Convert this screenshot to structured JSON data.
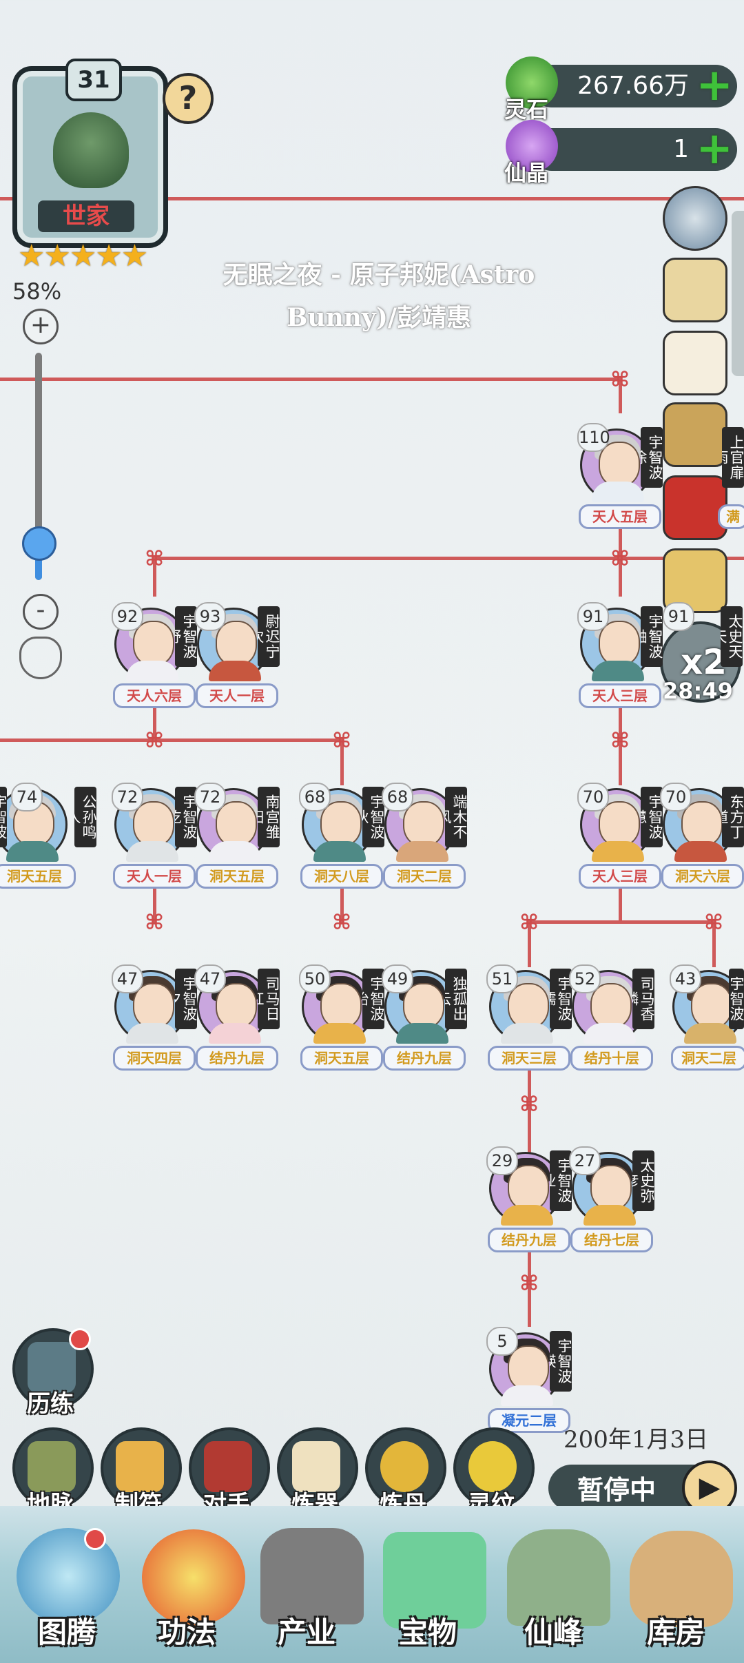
{
  "crest": {
    "level": "31",
    "title": "世家",
    "stars": "★★★★★",
    "help": "?"
  },
  "resources": [
    {
      "name": "灵石",
      "value": "267.66万"
    },
    {
      "name": "仙晶",
      "value": "1"
    }
  ],
  "lyric": [
    "无眠之夜 - 原子邦妮(Astro",
    "Bunny)/彭靖惠"
  ],
  "zoom": {
    "percent": "58%",
    "plus": "+",
    "minus": "-"
  },
  "boost": {
    "multiplier": "x2",
    "timer": "28:49"
  },
  "members": [
    {
      "age": "110",
      "name": "宇智波涂",
      "rank": "天人五层"
    },
    {
      "age": "",
      "name": "上官扉雨",
      "rank": "满"
    },
    {
      "age": "92",
      "name": "宇智波舒",
      "rank": "天人六层"
    },
    {
      "age": "93",
      "name": "尉迟宁次",
      "rank": "天人一层"
    },
    {
      "age": "91",
      "name": "宇智波鼬",
      "rank": "天人三层"
    },
    {
      "age": "91",
      "name": "太史天天",
      "rank": ""
    },
    {
      "age": "74",
      "name": "宇智波",
      "rank": "洞天五层"
    },
    {
      "age": "74",
      "name": "公孙鸣人",
      "rank": ""
    },
    {
      "age": "72",
      "name": "宇智波屹",
      "rank": "天人一层"
    },
    {
      "age": "72",
      "name": "南宫雏田",
      "rank": "洞天五层"
    },
    {
      "age": "68",
      "name": "宇智波狄",
      "rank": "洞天八层"
    },
    {
      "age": "68",
      "name": "端木不风",
      "rank": "洞天二层"
    },
    {
      "age": "70",
      "name": "宇智波慧",
      "rank": "天人三层"
    },
    {
      "age": "70",
      "name": "东方丁道",
      "rank": "洞天六层"
    },
    {
      "age": "47",
      "name": "宇智波夕",
      "rank": "洞天四层"
    },
    {
      "age": "47",
      "name": "司马日红",
      "rank": "结丹九层"
    },
    {
      "age": "50",
      "name": "宇智波怡",
      "rank": "洞天五层"
    },
    {
      "age": "49",
      "name": "独孤出云",
      "rank": "结丹九层"
    },
    {
      "age": "51",
      "name": "宇智波儒",
      "rank": "洞天三层"
    },
    {
      "age": "52",
      "name": "司马香磷",
      "rank": "结丹十层"
    },
    {
      "age": "43",
      "name": "宇智波日",
      "rank": "洞天二层"
    },
    {
      "age": "29",
      "name": "宇智波业",
      "rank": "结丹九层"
    },
    {
      "age": "27",
      "name": "太史弥彦",
      "rank": "结丹七层"
    },
    {
      "age": "5",
      "name": "宇智波瑛",
      "rank": "凝元二层"
    }
  ],
  "training": {
    "label": "历练"
  },
  "menu": [
    "地脉",
    "制符",
    "对手",
    "炼器",
    "炼丹",
    "灵纹"
  ],
  "date": "200年1月3日",
  "pause": {
    "label": "暂停中"
  },
  "nav": [
    "图腾",
    "功法",
    "产业",
    "宝物",
    "仙峰",
    "库房"
  ],
  "colors": {
    "tree_line": "#cf5a5a",
    "panel": "#3b4b4d",
    "gold_rank": "#d29a1e",
    "red_rank": "#d24a4a",
    "blue_rank": "#2f6fd6"
  }
}
